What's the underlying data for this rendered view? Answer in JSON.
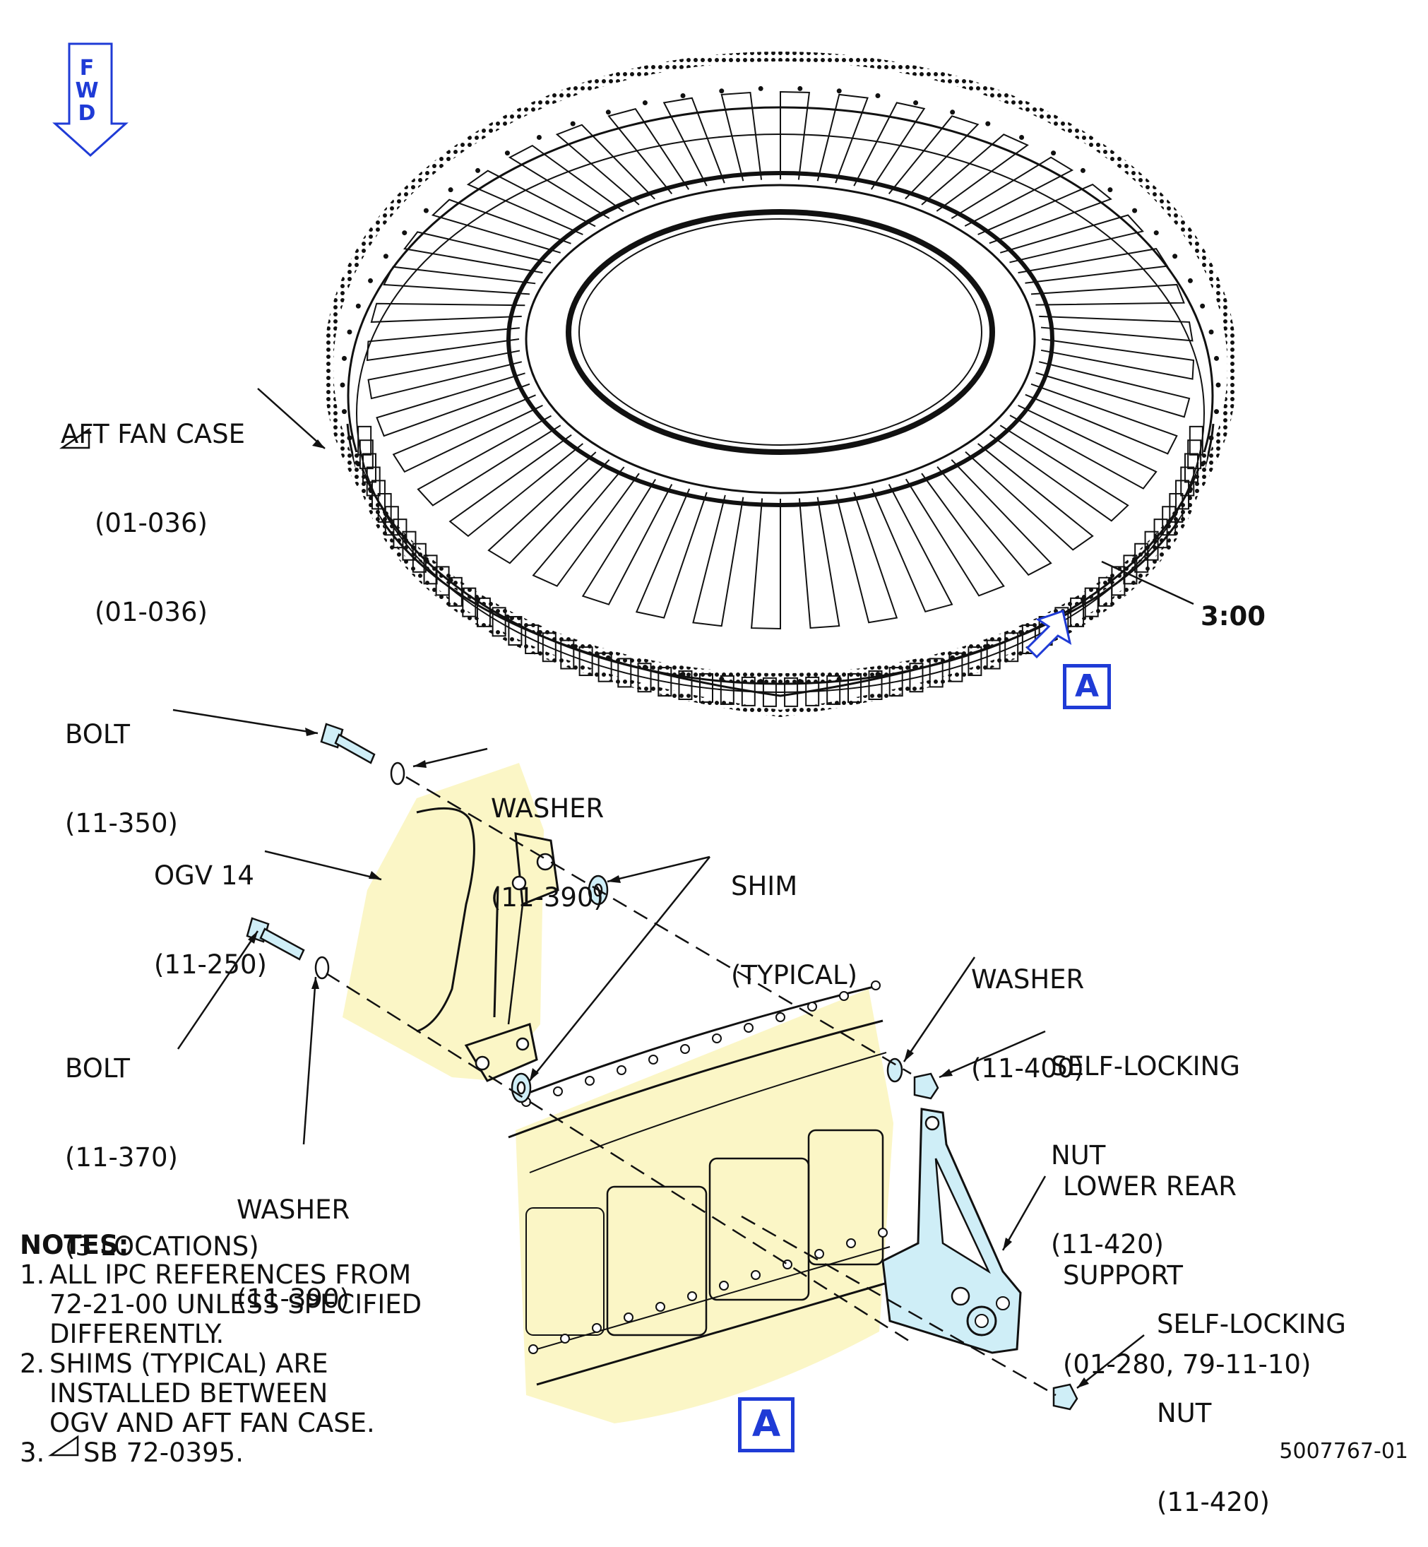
{
  "fwd": {
    "letters": [
      "F",
      "W",
      "D"
    ]
  },
  "labels": {
    "aft_fan_case": [
      "AFT FAN CASE",
      "(01-036)",
      "(01-036)"
    ],
    "clock": "3:00",
    "bolt_350": [
      "BOLT",
      "(11-350)"
    ],
    "washer_390_top": [
      "WASHER",
      "(11-390)"
    ],
    "ogv": [
      "OGV 14",
      "(11-250)"
    ],
    "shim": [
      "SHIM",
      "(TYPICAL)"
    ],
    "washer_400": [
      "WASHER",
      "(11-400)"
    ],
    "nut_top": [
      "SELF-LOCKING",
      "NUT",
      "(11-420)"
    ],
    "bolt_370": [
      "BOLT",
      "(11-370)",
      "(3 LOCATIONS)"
    ],
    "washer_390_bottom": [
      "WASHER",
      "(11-390)"
    ],
    "lower_rear_support": [
      "LOWER REAR",
      "SUPPORT",
      "(01-280, 79-11-10)"
    ],
    "nut_bottom": [
      "SELF-LOCKING",
      "NUT",
      "(11-420)"
    ]
  },
  "view_label": "A",
  "notes": {
    "heading": "NOTES:",
    "items": [
      {
        "num": "1.",
        "lines": [
          "ALL IPC REFERENCES FROM",
          "72-21-00 UNLESS SPECIFIED",
          "DIFFERENTLY."
        ]
      },
      {
        "num": "2.",
        "lines": [
          "SHIMS (TYPICAL) ARE",
          "INSTALLED BETWEEN",
          "OGV AND AFT FAN CASE."
        ]
      },
      {
        "num": "3.",
        "lines": [
          "SB 72-0395."
        ]
      }
    ]
  },
  "document_number": "5007767-01",
  "colors": {
    "accent": "#1f3bd6",
    "highlight": "#fbf6c6",
    "hardware": "#cfeef7"
  },
  "icons": [
    "fwd-arrow-icon",
    "triangle-flag-icon"
  ]
}
